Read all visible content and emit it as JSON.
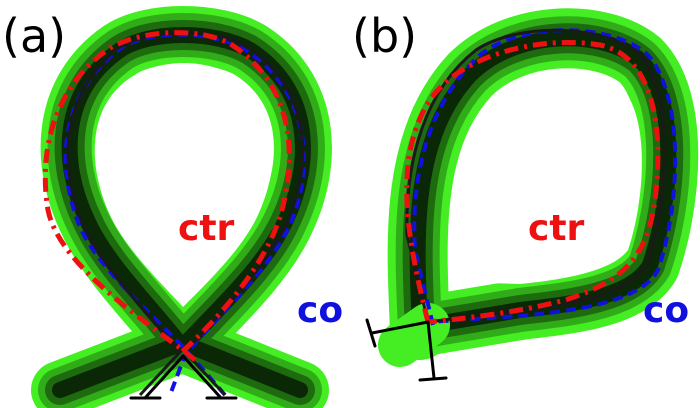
{
  "panels": [
    {
      "label": "(a)",
      "annotations": {
        "center": "ctr",
        "outer": "co"
      }
    },
    {
      "label": "(b)",
      "annotations": {
        "center": "ctr",
        "outer": "co"
      }
    }
  ],
  "colors": {
    "tube_outer": "#44ee22",
    "tube_inner": "#000000",
    "center_curve": "#1a1a1a",
    "ctr_curve": "#ee1111",
    "co_curve": "#1111dd",
    "ctr_text": "#ee1111",
    "co_text": "#1111dd"
  }
}
